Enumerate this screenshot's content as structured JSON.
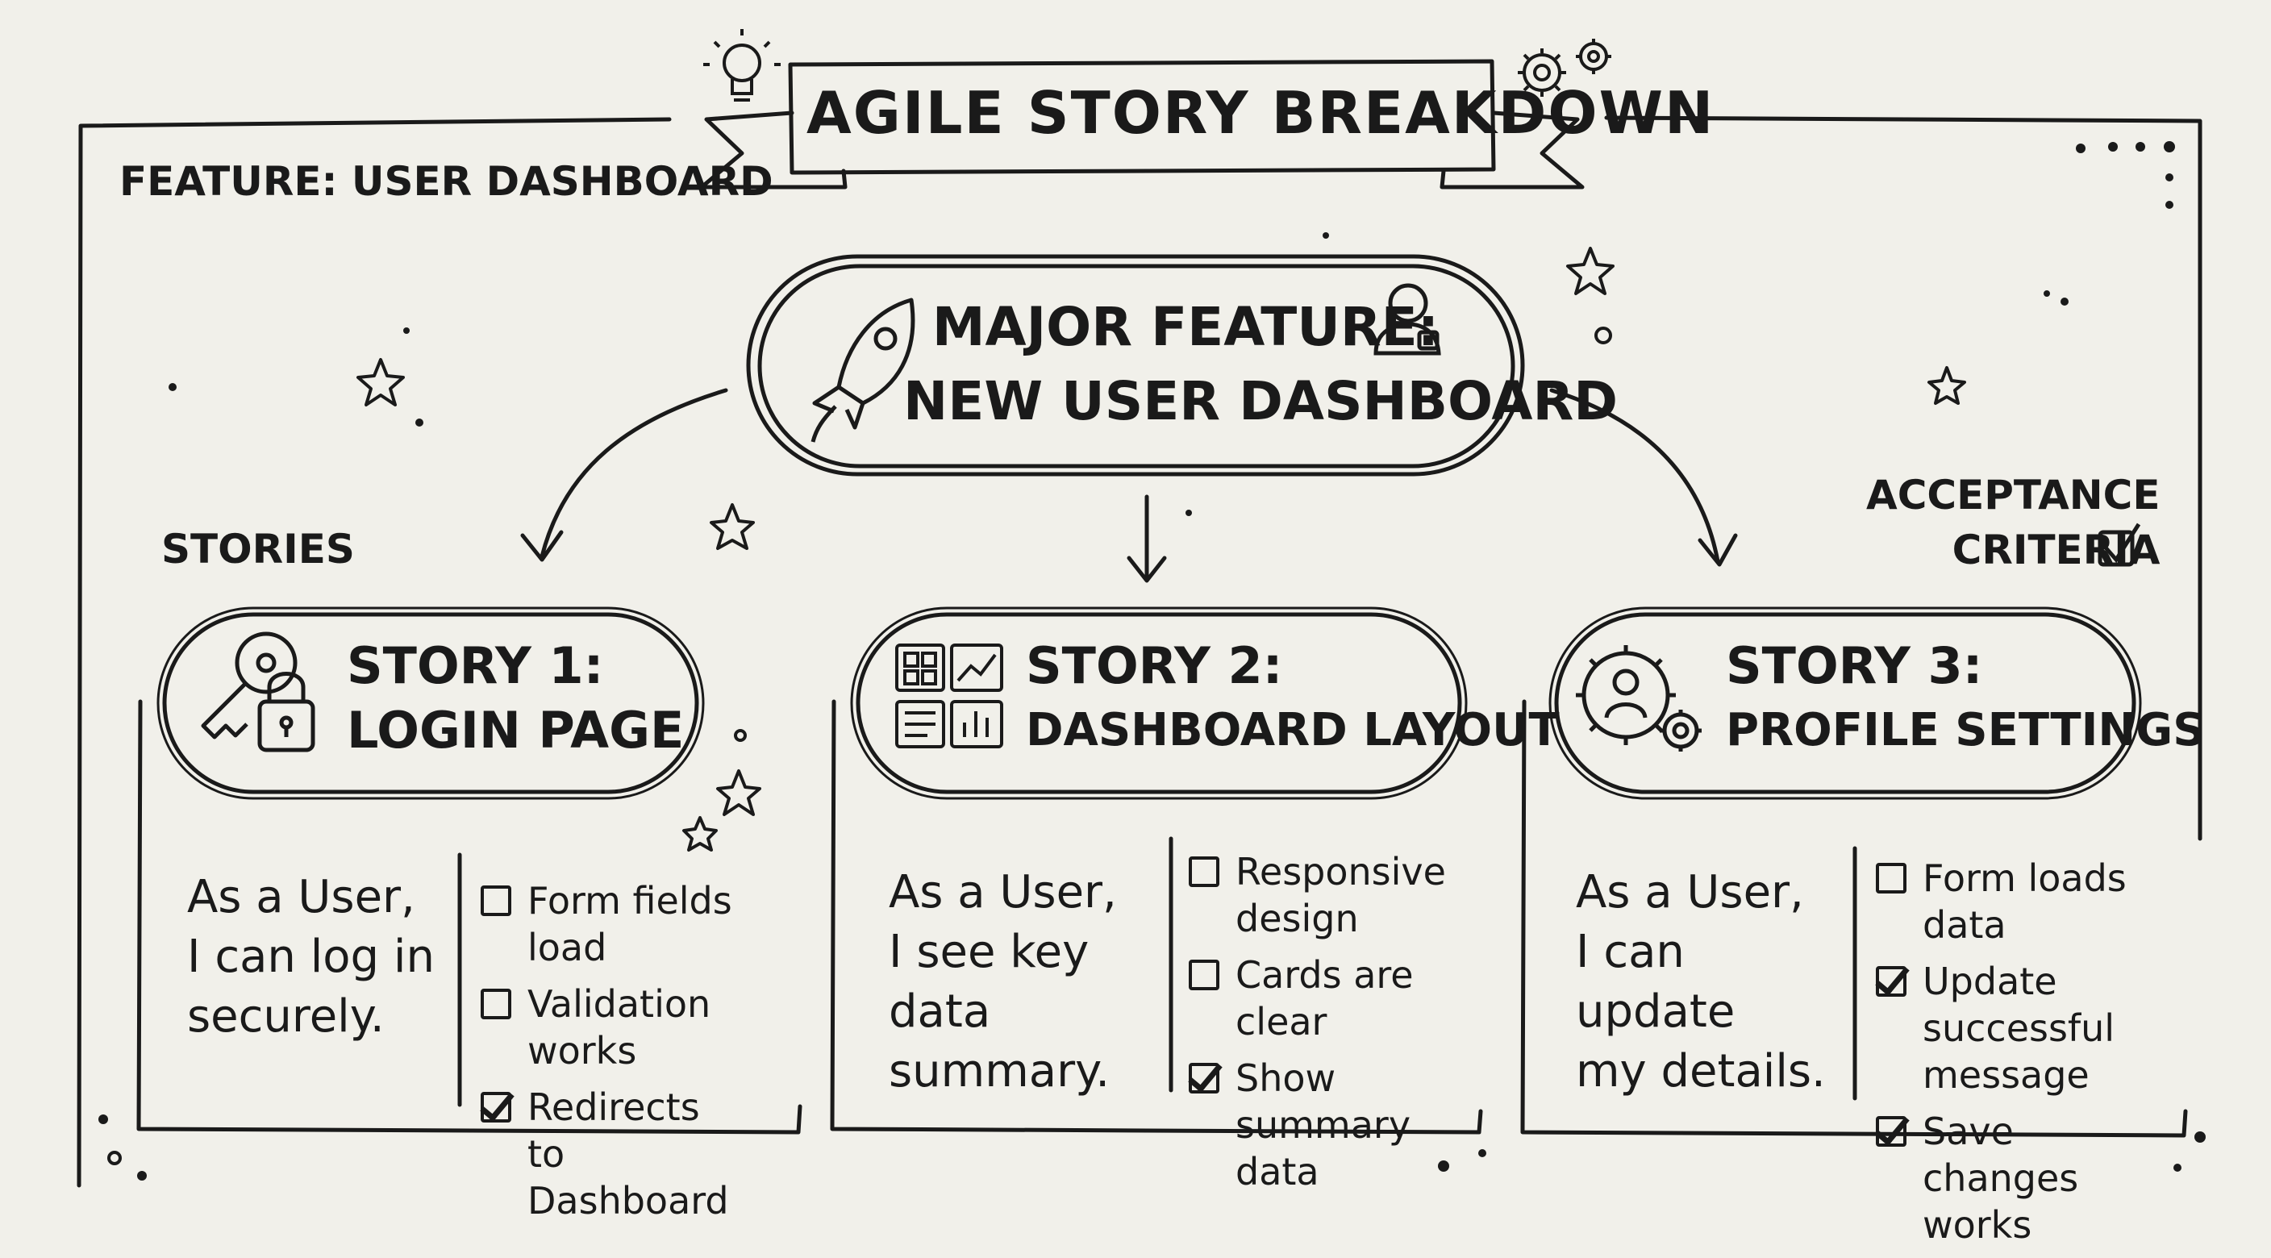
{
  "title": "AGILE STORY BREAKDOWN",
  "feature_label": "FEATURE: USER DASHBOARD",
  "major_feature": {
    "line1": "MAJOR FEATURE:",
    "line2": "NEW USER DASHBOARD"
  },
  "stories_label": "STORIES",
  "acceptance_label": {
    "line1": "ACCEPTANCE",
    "line2": "CRITERIA"
  },
  "stories": [
    {
      "title_line1": "STORY 1:",
      "title_line2": "LOGIN PAGE",
      "icon": "key-lock-icon",
      "desc": [
        "As a User,",
        "I can log in",
        "securely."
      ],
      "criteria": [
        {
          "text": "Form fields load",
          "checked": false
        },
        {
          "text": "Validation works",
          "checked": false
        },
        {
          "text": "Redirects to Dashboard",
          "checked": true
        }
      ]
    },
    {
      "title_line1": "STORY 2:",
      "title_line2": "DASHBOARD LAYOUT",
      "icon": "dashboard-widgets-icon",
      "desc": [
        "As a User,",
        "I see key data",
        "summary."
      ],
      "criteria": [
        {
          "text": "Responsive design",
          "checked": false
        },
        {
          "text": "Cards are clear",
          "checked": false
        },
        {
          "text": "Show summary data",
          "checked": true
        }
      ]
    },
    {
      "title_line1": "STORY 3:",
      "title_line2": "PROFILE SETTINGS",
      "icon": "user-gear-icon",
      "desc": [
        "As a User,",
        "I can update",
        "my details."
      ],
      "criteria": [
        {
          "text": "Form loads data",
          "checked": false
        },
        {
          "text": "Update successful message",
          "checked": true
        },
        {
          "text": "Save changes works",
          "checked": true
        }
      ]
    }
  ]
}
